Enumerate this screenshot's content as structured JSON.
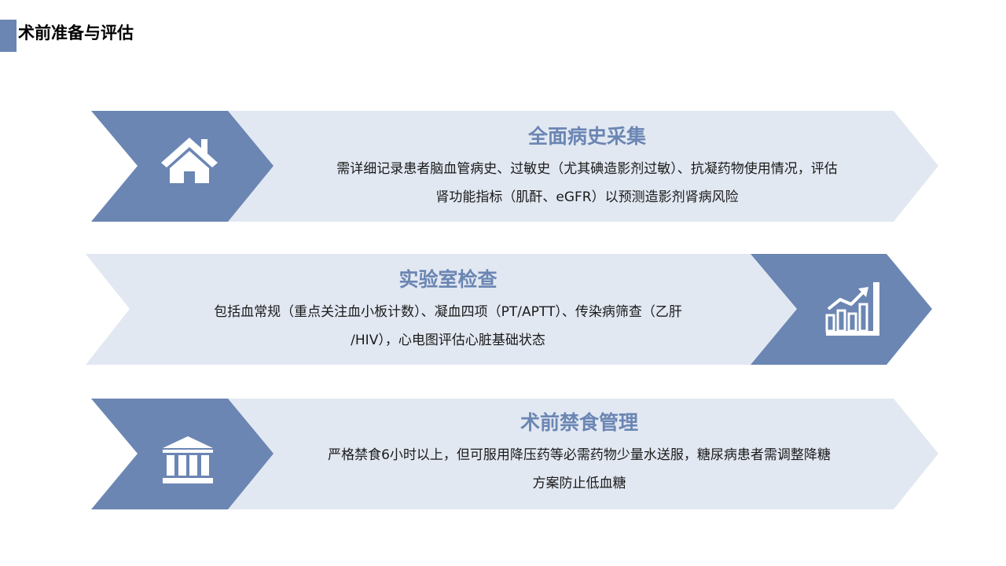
{
  "page": {
    "title": "术前准备与评估"
  },
  "colors": {
    "accent": "#6b86b3",
    "light": "#e2e8f2"
  },
  "items": [
    {
      "icon": "home-icon",
      "heading": "全面病史采集",
      "lines": [
        "需详细记录患者脑血管病史、过敏史（尤其碘造影剂过敏）、抗凝药物使用情况，评估",
        "肾功能指标（肌酐、eGFR）以预测造影剂肾病风险"
      ]
    },
    {
      "icon": "growth-chart-icon",
      "heading": "实验室检查",
      "lines": [
        "包括血常规（重点关注血小板计数）、凝血四项（PT/APTT）、传染病筛查（乙肝",
        "/HIV），心电图评估心脏基础状态"
      ]
    },
    {
      "icon": "institution-icon",
      "heading": "术前禁食管理",
      "lines": [
        "严格禁食6小时以上，但可服用降压药等必需药物少量水送服，糖尿病患者需调整降糖",
        "方案防止低血糖"
      ]
    }
  ]
}
